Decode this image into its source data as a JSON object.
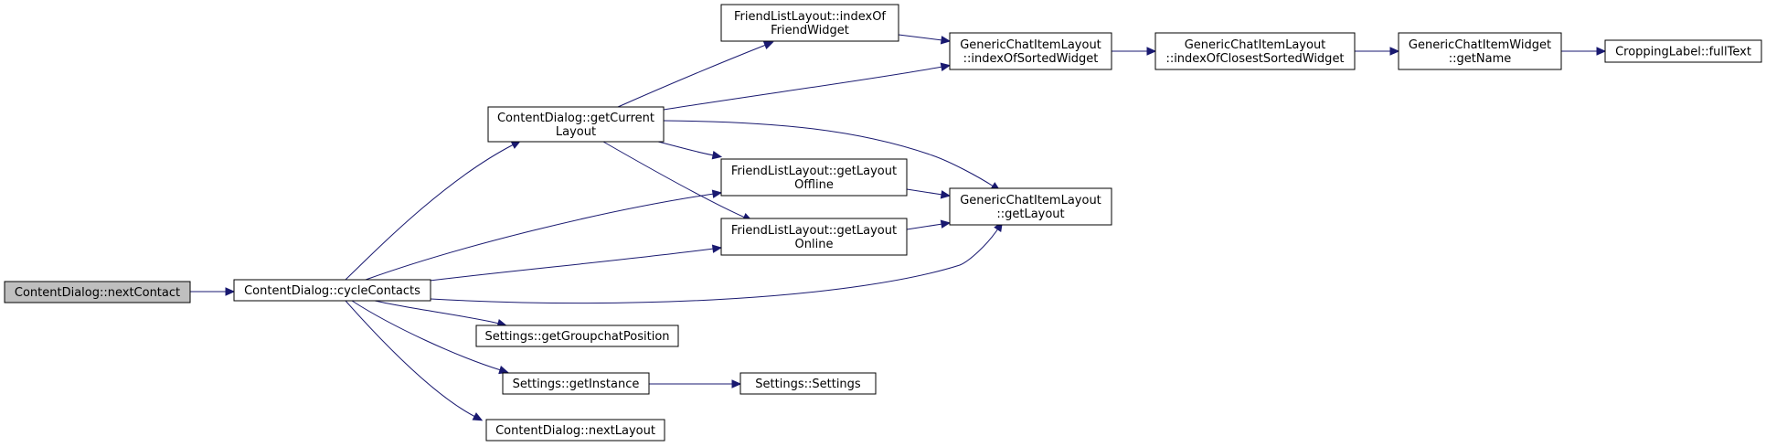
{
  "colors": {
    "edge": "#191970",
    "node_border": "#000000",
    "node_fill": "#ffffff",
    "highlight_fill": "#bfbfbf"
  },
  "nodes": [
    {
      "id": "n0",
      "lines": [
        "ContentDialog::nextContact"
      ],
      "highlight": true
    },
    {
      "id": "n1",
      "lines": [
        "ContentDialog::cycleContacts"
      ]
    },
    {
      "id": "n2",
      "lines": [
        "ContentDialog::getCurrent",
        "Layout"
      ]
    },
    {
      "id": "n3",
      "lines": [
        "FriendListLayout::indexOf",
        "FriendWidget"
      ]
    },
    {
      "id": "n4",
      "lines": [
        "GenericChatItemLayout",
        "::indexOfSortedWidget"
      ]
    },
    {
      "id": "n5",
      "lines": [
        "GenericChatItemLayout",
        "::indexOfClosestSortedWidget"
      ]
    },
    {
      "id": "n6",
      "lines": [
        "GenericChatItemWidget",
        "::getName"
      ]
    },
    {
      "id": "n7",
      "lines": [
        "CroppingLabel::fullText"
      ]
    },
    {
      "id": "n8",
      "lines": [
        "FriendListLayout::getLayout",
        "Offline"
      ]
    },
    {
      "id": "n9",
      "lines": [
        "FriendListLayout::getLayout",
        "Online"
      ]
    },
    {
      "id": "n10",
      "lines": [
        "GenericChatItemLayout",
        "::getLayout"
      ]
    },
    {
      "id": "n11",
      "lines": [
        "Settings::getGroupchatPosition"
      ]
    },
    {
      "id": "n12",
      "lines": [
        "Settings::getInstance"
      ]
    },
    {
      "id": "n13",
      "lines": [
        "Settings::Settings"
      ]
    },
    {
      "id": "n14",
      "lines": [
        "ContentDialog::nextLayout"
      ]
    }
  ],
  "edges": [
    [
      "n0",
      "n1"
    ],
    [
      "n1",
      "n2"
    ],
    [
      "n1",
      "n8"
    ],
    [
      "n1",
      "n9"
    ],
    [
      "n1",
      "n10"
    ],
    [
      "n1",
      "n11"
    ],
    [
      "n1",
      "n12"
    ],
    [
      "n1",
      "n14"
    ],
    [
      "n2",
      "n3"
    ],
    [
      "n2",
      "n4"
    ],
    [
      "n2",
      "n8"
    ],
    [
      "n2",
      "n9"
    ],
    [
      "n2",
      "n10"
    ],
    [
      "n3",
      "n4"
    ],
    [
      "n4",
      "n5"
    ],
    [
      "n5",
      "n6"
    ],
    [
      "n6",
      "n7"
    ],
    [
      "n8",
      "n10"
    ],
    [
      "n9",
      "n10"
    ],
    [
      "n12",
      "n13"
    ]
  ]
}
